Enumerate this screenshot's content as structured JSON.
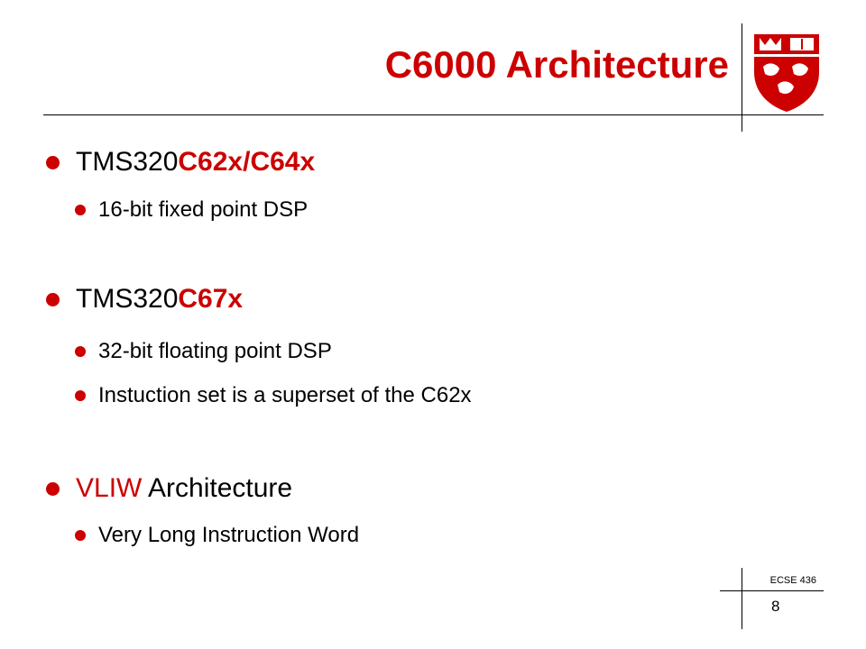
{
  "slide": {
    "title": "C6000 Architecture",
    "bullets": [
      {
        "prefix": "TMS320",
        "highlight": "C62x/C64x",
        "suffix": "",
        "subs": [
          "16-bit fixed point DSP"
        ]
      },
      {
        "prefix": "TMS320",
        "highlight": "C67x",
        "suffix": "",
        "subs": [
          "32-bit floating point DSP",
          "Instuction set is a superset of the C62x"
        ]
      },
      {
        "prefix": "",
        "highlight": "VLIW",
        "suffix": " Architecture",
        "subs": [
          "Very Long Instruction Word"
        ]
      }
    ],
    "footer": {
      "course": "ECSE 436",
      "page": "8"
    }
  },
  "colors": {
    "accent": "#cc0000",
    "text": "#000000",
    "background": "#ffffff"
  },
  "logo": {
    "icon": "mcgill-crest-icon"
  }
}
